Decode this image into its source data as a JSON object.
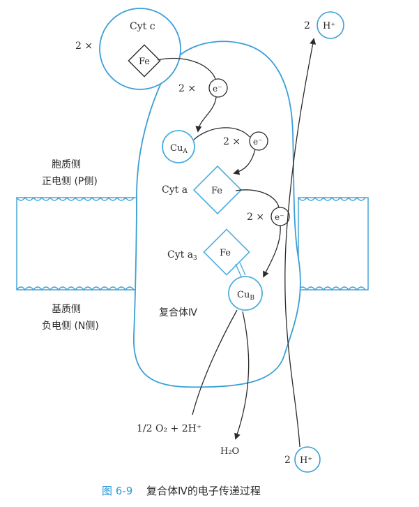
{
  "colors": {
    "membrane": "#3a9fd6",
    "complex": "#3a9fd6",
    "site": "#4aaee0",
    "ink": "#2a2a2a",
    "caption": "#2b9ad6"
  },
  "labels": {
    "cytc": "Cyt c",
    "fe": "Fe",
    "twox_left": "2 ×",
    "twox_e1": "2 ×",
    "twox_e2": "2 ×",
    "twox_e3": "2 ×",
    "electron": "e⁻",
    "cua_base": "Cu",
    "cua_sub": "A",
    "cub_base": "Cu",
    "cub_sub": "B",
    "cyta": "Cyt a",
    "cyta3_base": "Cyt a",
    "cyta3_sub": "3",
    "p_side_1": "胞质侧",
    "p_side_2": "正电侧 (P侧)",
    "n_side_1": "基质侧",
    "n_side_2": "负电侧 (N侧)",
    "complex": "复合体Ⅳ",
    "o2_label": "1/2 O₂ + 2H⁺",
    "h2o": "H₂O",
    "proton": "H⁺",
    "two_top": "2",
    "two_bottom": "2"
  },
  "caption": {
    "figure": "图 6-9",
    "text": "复合体Ⅳ的电子传递过程"
  }
}
